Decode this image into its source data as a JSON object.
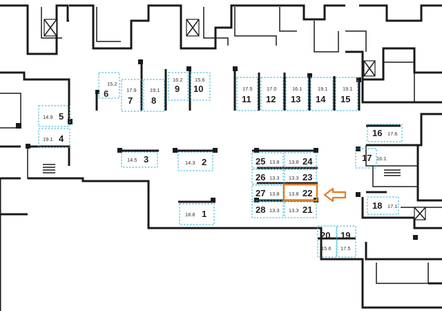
{
  "colors": {
    "wall": "#1a1a1a",
    "spot_border": "#2ab0d6",
    "highlight": "#e07b24"
  },
  "highlighted_spot": "22",
  "arrow_icon": "arrow-left-icon",
  "spots": [
    {
      "id": "1",
      "num": "1",
      "area": "18.8"
    },
    {
      "id": "2",
      "num": "2",
      "area": "14.3"
    },
    {
      "id": "3",
      "num": "3",
      "area": "14.5"
    },
    {
      "id": "4",
      "num": "4",
      "area": "19.1"
    },
    {
      "id": "5",
      "num": "5",
      "area": "14.9"
    },
    {
      "id": "6",
      "num": "6",
      "area": "15.2"
    },
    {
      "id": "7",
      "num": "7",
      "area": "17.9"
    },
    {
      "id": "8",
      "num": "8",
      "area": "19.1"
    },
    {
      "id": "9",
      "num": "9",
      "area": "16.2"
    },
    {
      "id": "10",
      "num": "10",
      "area": "15.6"
    },
    {
      "id": "11",
      "num": "11",
      "area": "17.5"
    },
    {
      "id": "12",
      "num": "12",
      "area": "17.0"
    },
    {
      "id": "13",
      "num": "13",
      "area": "16.1"
    },
    {
      "id": "14",
      "num": "14",
      "area": "19.1"
    },
    {
      "id": "15",
      "num": "15",
      "area": "19.1"
    },
    {
      "id": "16",
      "num": "16",
      "area": "17.6"
    },
    {
      "id": "17",
      "num": "17",
      "area": "16.1"
    },
    {
      "id": "18",
      "num": "18",
      "area": "17.1"
    },
    {
      "id": "19",
      "num": "19",
      "area": "17.5"
    },
    {
      "id": "20",
      "num": "20",
      "area": "15.6"
    },
    {
      "id": "21",
      "num": "21",
      "area": "13.3"
    },
    {
      "id": "22",
      "num": "22",
      "area": "13.8"
    },
    {
      "id": "23",
      "num": "23",
      "area": "13.3"
    },
    {
      "id": "24",
      "num": "24",
      "area": "13.8"
    },
    {
      "id": "25",
      "num": "25",
      "area": "13.8"
    },
    {
      "id": "26",
      "num": "26",
      "area": "13.3"
    },
    {
      "id": "27",
      "num": "27",
      "area": "13.8"
    },
    {
      "id": "28",
      "num": "28",
      "area": "13.3"
    }
  ]
}
